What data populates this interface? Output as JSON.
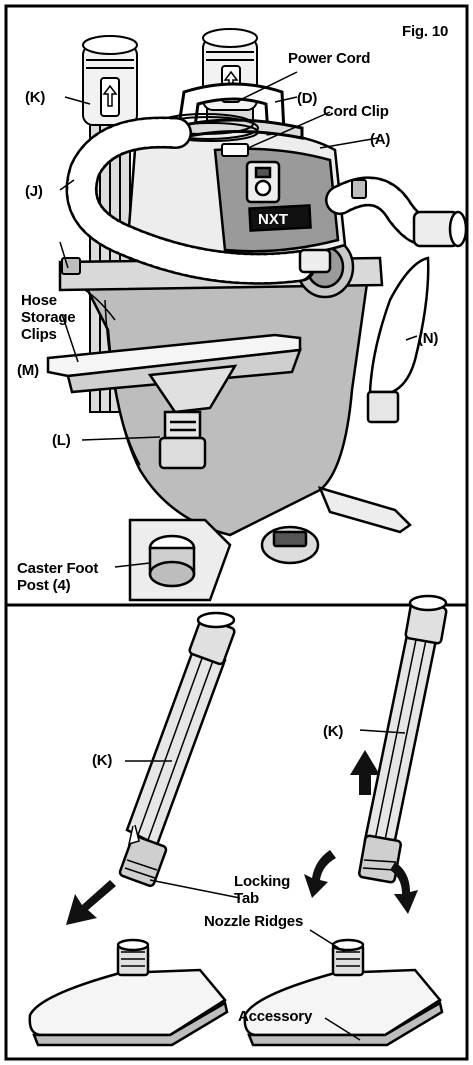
{
  "figure": "Fig. 10",
  "labels": {
    "power_cord": "Power Cord",
    "d": "(D)",
    "cord_clip": "Cord Clip",
    "a": "(A)",
    "k_top": "(K)",
    "j": "(J)",
    "hose_storage_1": "Hose",
    "hose_storage_2": "Storage",
    "hose_storage_3": "Clips",
    "m": "(M)",
    "n": "(N)",
    "l": "(L)",
    "caster_1": "Caster Foot",
    "caster_2": "Post (4)",
    "k_left": "(K)",
    "k_right": "(K)",
    "locking_1": "Locking",
    "locking_2": "Tab",
    "nozzle_ridges": "Nozzle Ridges",
    "accessory": "Accessory"
  },
  "colors": {
    "ink": "#000000",
    "body_fill": "#bdbdbd",
    "light_fill": "#e6e6e6",
    "dark_fill": "#777777"
  }
}
